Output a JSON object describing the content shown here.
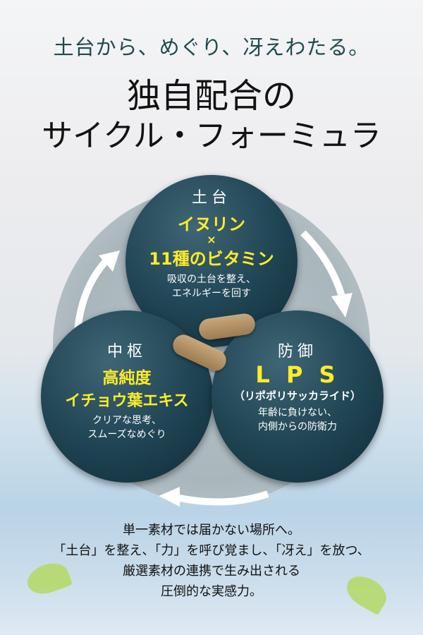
{
  "header": {
    "tagline": "土台から、めぐり、冴えわたる。",
    "title_line1": "独自配合の",
    "title_line2": "サイクル・フォーミュラ"
  },
  "cycle": [
    {
      "heading": "土台",
      "main1": "イヌリン",
      "times": "×",
      "main2": "11種のビタミン",
      "desc1": "吸収の土台を整え、",
      "desc2": "エネルギーを回す"
    },
    {
      "heading": "中枢",
      "main1": "高純度",
      "main2": "イチョウ葉エキス",
      "desc1": "クリアな思考、",
      "desc2": "スムーズなめぐり"
    },
    {
      "heading": "防御",
      "main1": "L P S",
      "main2": "（リポポリサッカライド）",
      "desc1": "年齢に負けない、",
      "desc2": "内側からの防衛力"
    }
  ],
  "message": [
    "単一素材では届かない場所へ。",
    "「土台」を整え、「力」を呼び覚まし、「冴え」を放つ、",
    "厳選素材の連携で生み出される",
    "圧倒的な実感力。"
  ],
  "colors": {
    "accent": "#ffec2a",
    "circle": "#214655"
  }
}
